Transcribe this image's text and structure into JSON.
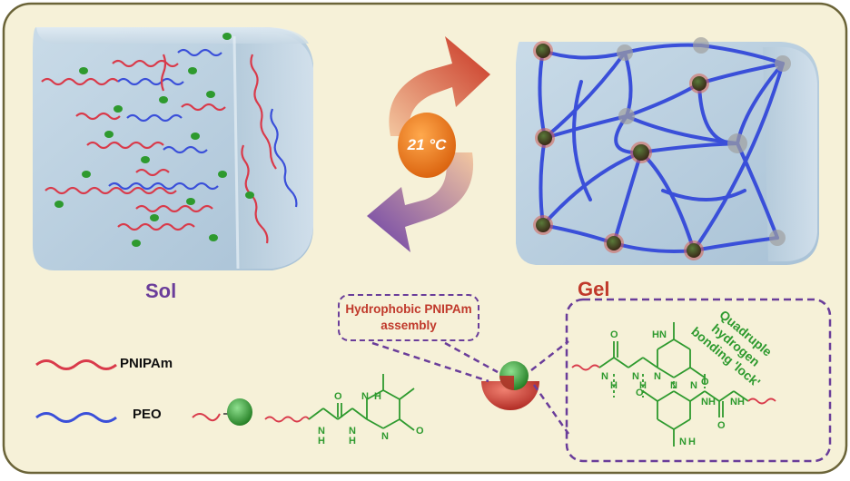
{
  "labels": {
    "sol": "Sol",
    "gel": "Gel",
    "pnipam": "PNIPAm",
    "peo": "PEO",
    "temperature": "21 °C",
    "hydrophobic": "Hydrophobic PNIPAm assembly",
    "lock": "Quadruple hydrogen bonding 'lock'"
  },
  "colors": {
    "pnipam": "#d93a4a",
    "peo": "#3a4fd9",
    "upy": "#2e9a2e",
    "purple": "#6a3d9a",
    "panel_bg": "#f6f1d8",
    "panel_border": "#6b6438",
    "arrow_top": "#d9573a",
    "arrow_bottom": "#7b4fb0",
    "temp_disc": "#ee7a1c"
  }
}
